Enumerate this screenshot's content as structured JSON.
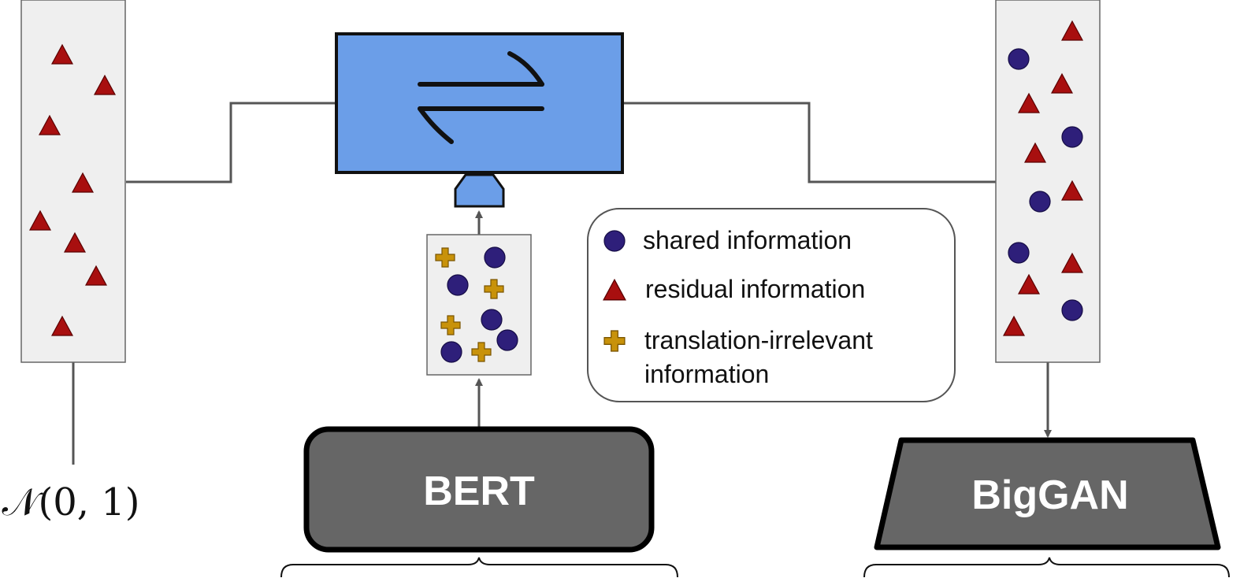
{
  "left_vector": {
    "caption": "𝒩(0, 1)"
  },
  "encoder": {
    "label": "BERT"
  },
  "generator": {
    "label": "BigGAN"
  },
  "legend": {
    "items": [
      {
        "shape": "circle",
        "label": "shared information"
      },
      {
        "shape": "triangle",
        "label": "residual information"
      },
      {
        "shape": "plus",
        "label_lines": [
          "translation-irrelevant",
          "information"
        ]
      }
    ]
  },
  "colors": {
    "circle": "#2e1f7a",
    "triangle": "#a80f0f",
    "plus": "#c8920a",
    "translator_box": "#6b9ee8",
    "model_box": "#666666",
    "vector_fill": "#efefef",
    "connector": "#555555"
  },
  "icons": {
    "translator": "harpoon-equilibrium-icon",
    "adapter": "funnel-adapter-icon"
  }
}
